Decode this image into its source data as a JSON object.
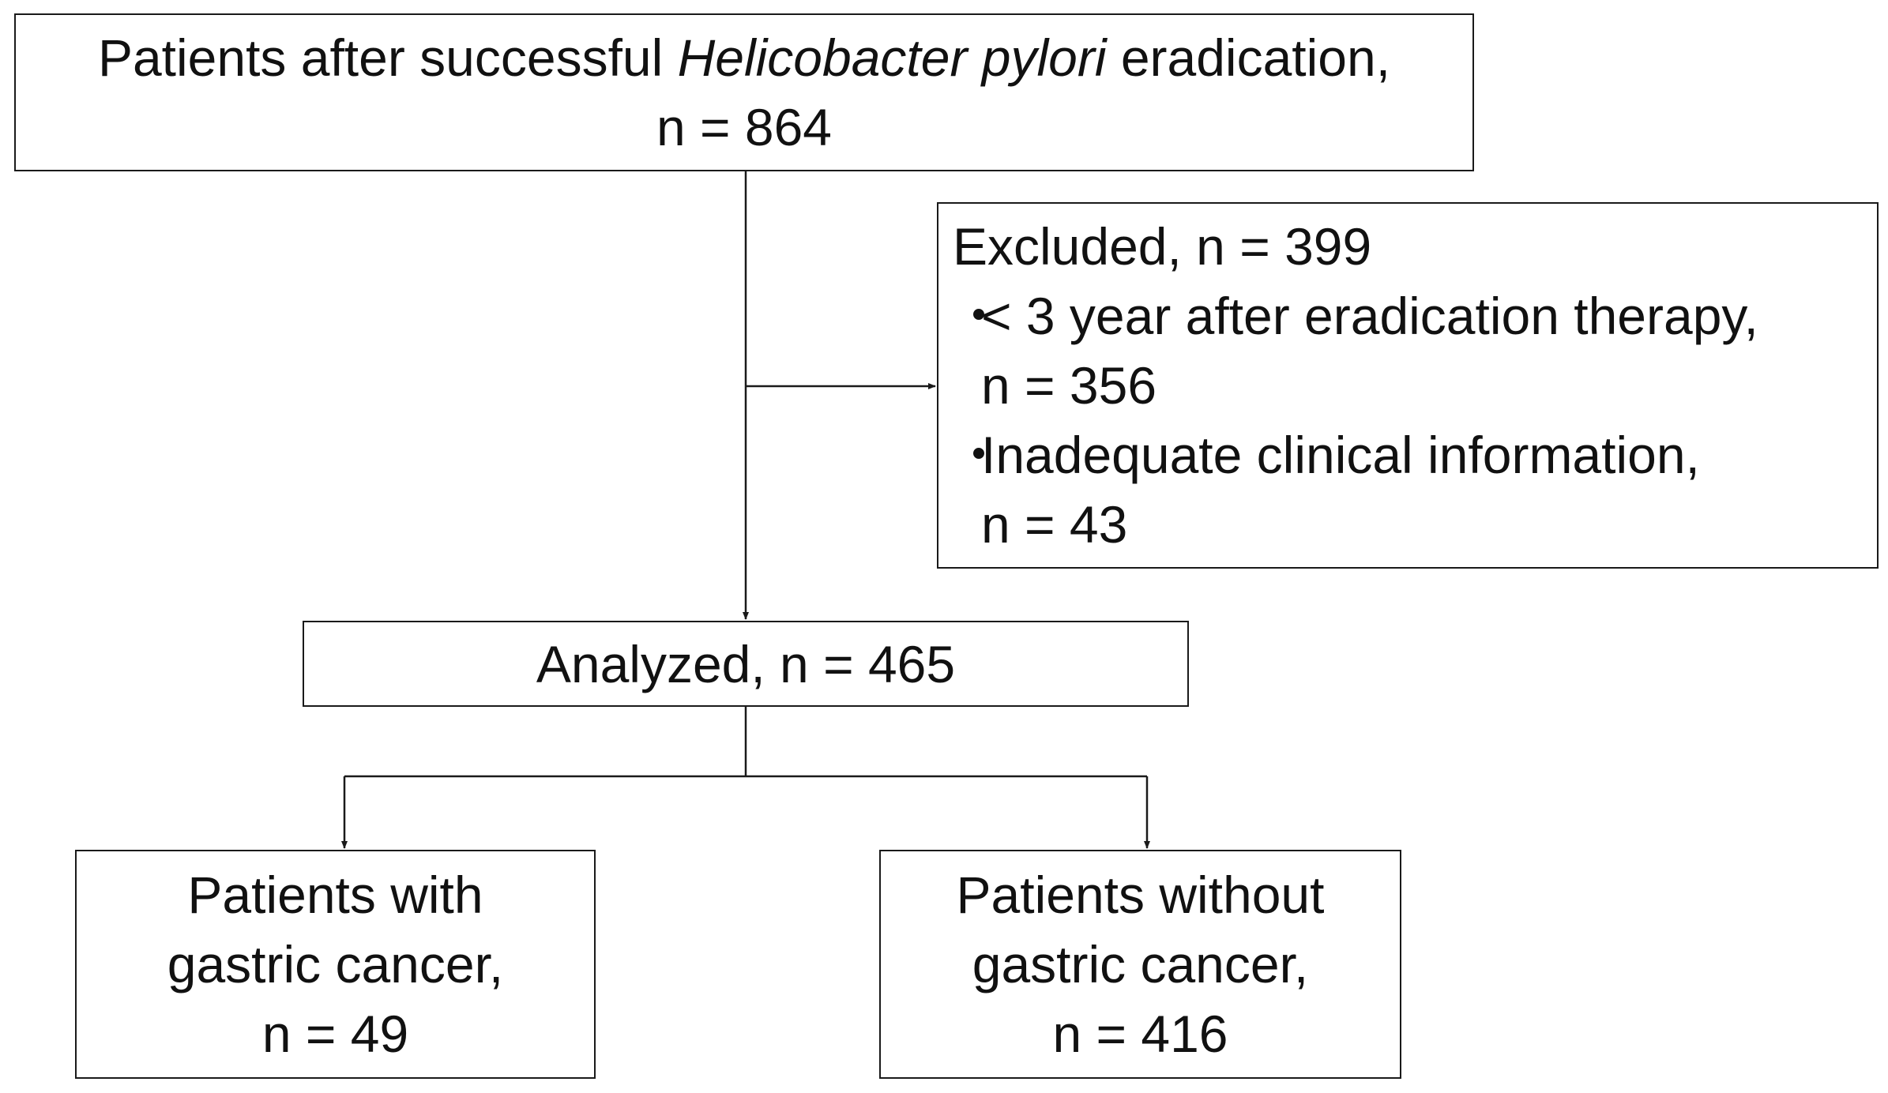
{
  "top_box": {
    "line1_prefix": "Patients after successful ",
    "line1_italic": "Helicobacter pylori",
    "line1_suffix": " eradication,",
    "line2": "n = 864"
  },
  "excluded_box": {
    "title": "Excluded, n = 399",
    "bullet_symbol": "・",
    "item1_line1": "< 3 year after eradication therapy,",
    "item1_line2": "n = 356",
    "item2_line1": "Inadequate clinical information,",
    "item2_line2": "n = 43"
  },
  "analyzed_box": {
    "label": "Analyzed, n = 465"
  },
  "left_box": {
    "line1": "Patients with",
    "line2": "gastric cancer,",
    "line3": "n = 49"
  },
  "right_box": {
    "line1": "Patients without",
    "line2": "gastric cancer,",
    "line3": "n = 416"
  },
  "colors": {
    "stroke": "#1a1a1a",
    "text": "#111111",
    "background": "#ffffff"
  }
}
